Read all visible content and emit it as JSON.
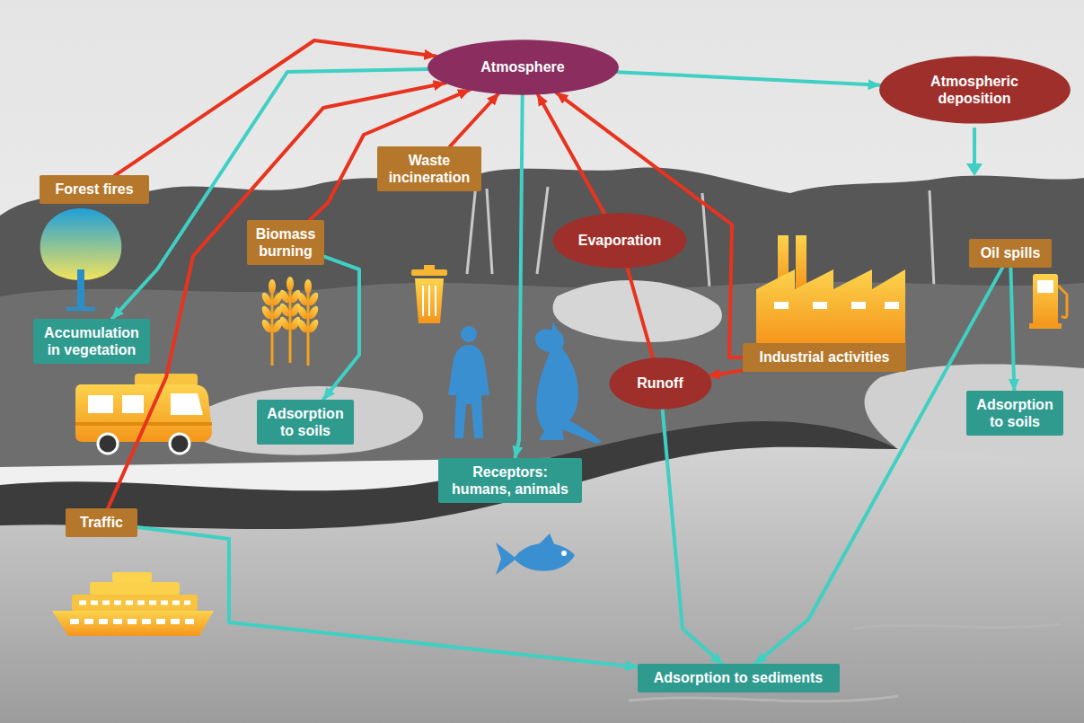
{
  "diagram": {
    "nodes": [
      {
        "text": [
          "Atmosphere"
        ]
      },
      {
        "text": [
          "Atmospheric deposition"
        ]
      },
      {
        "text": [
          "Forest fires"
        ]
      },
      {
        "text": [
          "Waste incineration"
        ]
      },
      {
        "text": [
          "Biomass burning"
        ]
      },
      {
        "text": [
          "Evaporation"
        ]
      },
      {
        "text": [
          "Oil spills"
        ]
      },
      {
        "text": [
          "Accumulation in vegetation"
        ]
      },
      {
        "text": [
          "Industrial activities"
        ]
      },
      {
        "text": [
          "Runoff"
        ]
      },
      {
        "text": [
          "Adsorption to soils"
        ]
      },
      {
        "text": [
          "Receptors: humans, animals"
        ]
      },
      {
        "text": [
          "Adsorption to soils"
        ]
      },
      {
        "text": [
          "Traffic"
        ]
      },
      {
        "text": [
          "Adsorption to sediments"
        ]
      }
    ],
    "edges": [
      {
        "from": 2,
        "to": 0,
        "arrow": "to"
      },
      {
        "from": 13,
        "to": 0,
        "arrow": "to"
      },
      {
        "from": 4,
        "to": 0,
        "arrow": "to"
      },
      {
        "from": 3,
        "to": 0,
        "arrow": "to"
      },
      {
        "from": 5,
        "to": 0,
        "arrow": "to"
      },
      {
        "from": 8,
        "to": 0,
        "arrow": "to"
      },
      {
        "from": 8,
        "to": 9,
        "arrow": "to"
      },
      {
        "from": 9,
        "to": 5,
        "arrow": "none"
      },
      {
        "from": 0,
        "to": 1,
        "arrow": "to"
      },
      {
        "from": 0,
        "to": 7,
        "arrow": "to"
      },
      {
        "from": 0,
        "to": 11,
        "arrow": "to"
      },
      {
        "from": 4,
        "to": 10,
        "arrow": "to"
      },
      {
        "from": 6,
        "to": 12,
        "arrow": "to"
      },
      {
        "from": 6,
        "to": 14,
        "arrow": "to"
      },
      {
        "from": 9,
        "to": 14,
        "arrow": "to"
      },
      {
        "from": 13,
        "to": 14,
        "arrow": "to"
      }
    ]
  }
}
